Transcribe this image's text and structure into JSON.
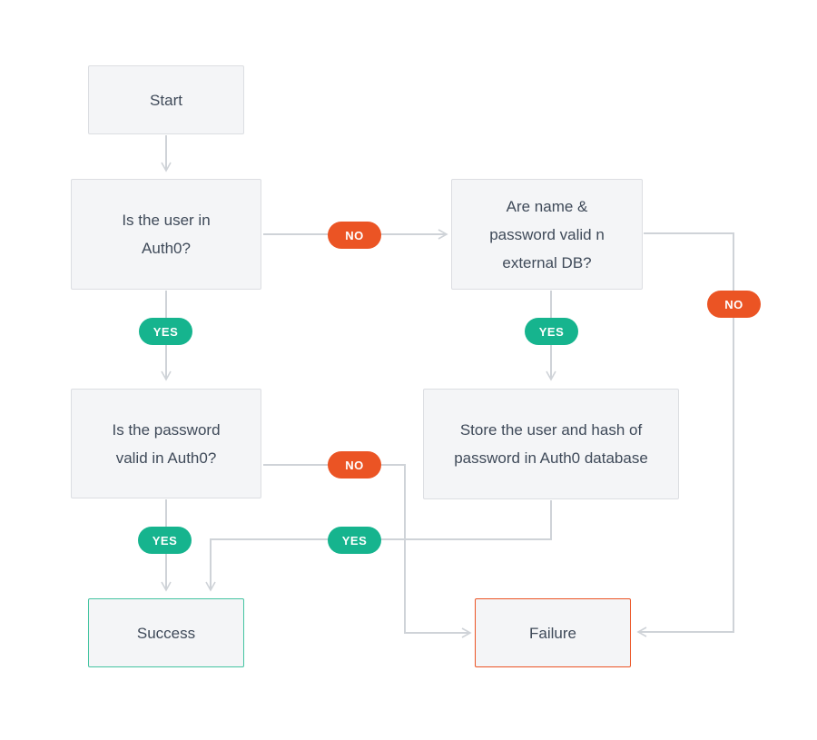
{
  "colors": {
    "no": "#eb5424",
    "yes": "#16b48e",
    "line": "#cfd3d8",
    "node_fill": "#f4f5f7",
    "node_border": "#dcdee2",
    "success_border": "#44c4a1",
    "failure_border": "#eb5424",
    "text": "#3f4a59"
  },
  "nodes": {
    "start": "Start",
    "in_auth0": "Is the user in\nAuth0?",
    "external_db": "Are name &\npassword valid n\nexternal DB?",
    "password_valid": "Is the password\nvalid in Auth0?",
    "store_user": "Store the user and hash of\npassword in Auth0 database",
    "success": "Success",
    "failure": "Failure"
  },
  "labels": {
    "no_in_auth0": "NO",
    "no_external_db": "NO",
    "yes_in_auth0": "YES",
    "yes_external_db": "YES",
    "no_password": "NO",
    "yes_password": "YES",
    "yes_store": "YES"
  }
}
